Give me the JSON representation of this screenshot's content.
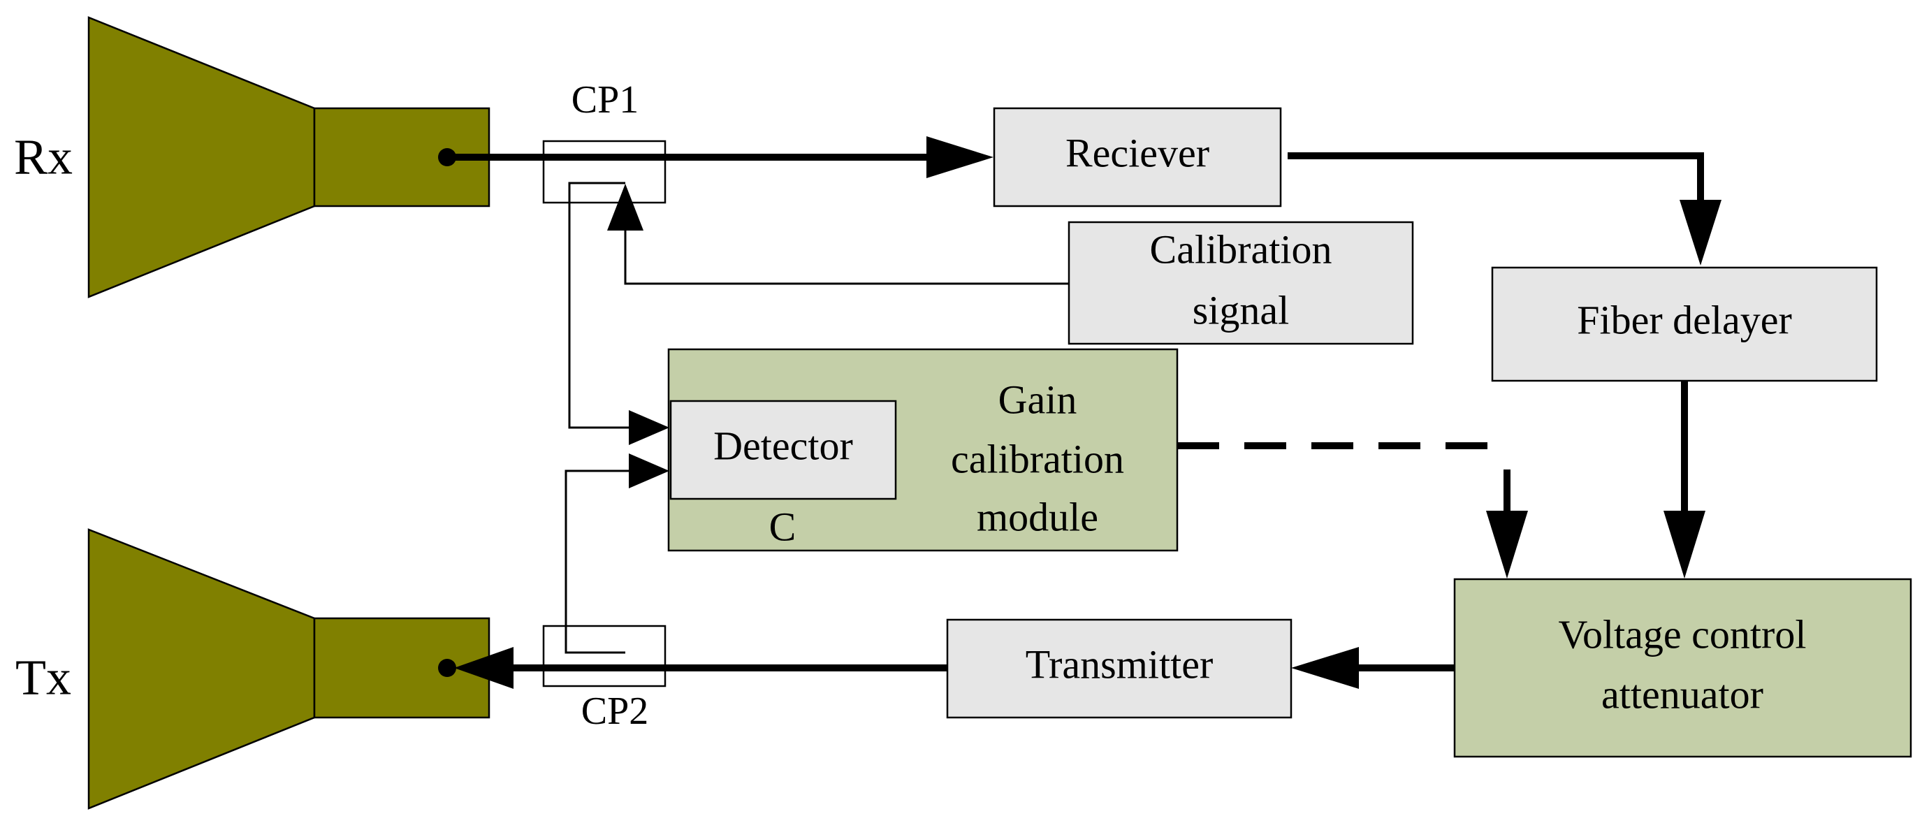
{
  "antennas": {
    "rx_label": "Rx",
    "tx_label": "Tx",
    "color": "#808000"
  },
  "couplers": {
    "cp1_label": "CP1",
    "cp2_label": "CP2"
  },
  "blocks": {
    "receiver": "Reciever",
    "calibration_signal_line1": "Calibration",
    "calibration_signal_line2": "signal",
    "fiber_delayer": "Fiber delayer",
    "detector": "Detector",
    "module_c_label": "C",
    "gain_module_line1": "Gain",
    "gain_module_line2": "calibration",
    "gain_module_line3": "module",
    "vca_line1": "Voltage control",
    "vca_line2": "attenuator",
    "transmitter": "Transmitter"
  },
  "colors": {
    "block_fill": "#e6e6e6",
    "module_fill": "#c4cfa8",
    "gain_module_text": "#ff0000",
    "line": "#000000"
  }
}
